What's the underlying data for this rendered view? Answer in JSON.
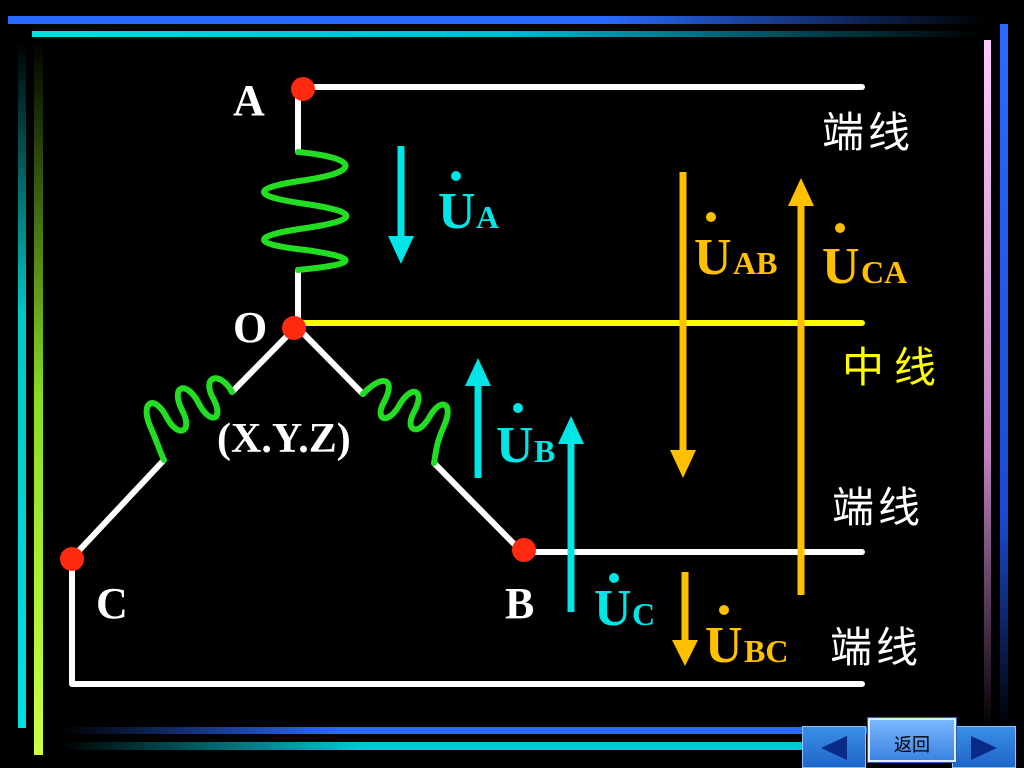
{
  "nodes": {
    "A": "A",
    "O": "O",
    "B": "B",
    "C": "C",
    "neutral": "(X.Y.Z)"
  },
  "phase_voltages": {
    "UA": {
      "main": "U",
      "sub": "A"
    },
    "UB": {
      "main": "U",
      "sub": "B"
    },
    "UC": {
      "main": "U",
      "sub": "C"
    }
  },
  "line_voltages": {
    "UAB": {
      "main": "U",
      "sub": "AB"
    },
    "UCA": {
      "main": "U",
      "sub": "CA"
    },
    "UBC": {
      "main": "U",
      "sub": "BC"
    }
  },
  "line_labels": {
    "line_a": "端线",
    "neutral": "中线",
    "line_b": "端线",
    "line_c": "端线"
  },
  "nav": {
    "back_label": "返回"
  },
  "colors": {
    "background": "#000000",
    "wire": "#ffffff",
    "neutral_wire": "#ffff00",
    "coil": "#22dd22",
    "phase_arrow": "#00e5e5",
    "line_arrow": "#ffc000",
    "node_dot": "#ff2a10"
  }
}
